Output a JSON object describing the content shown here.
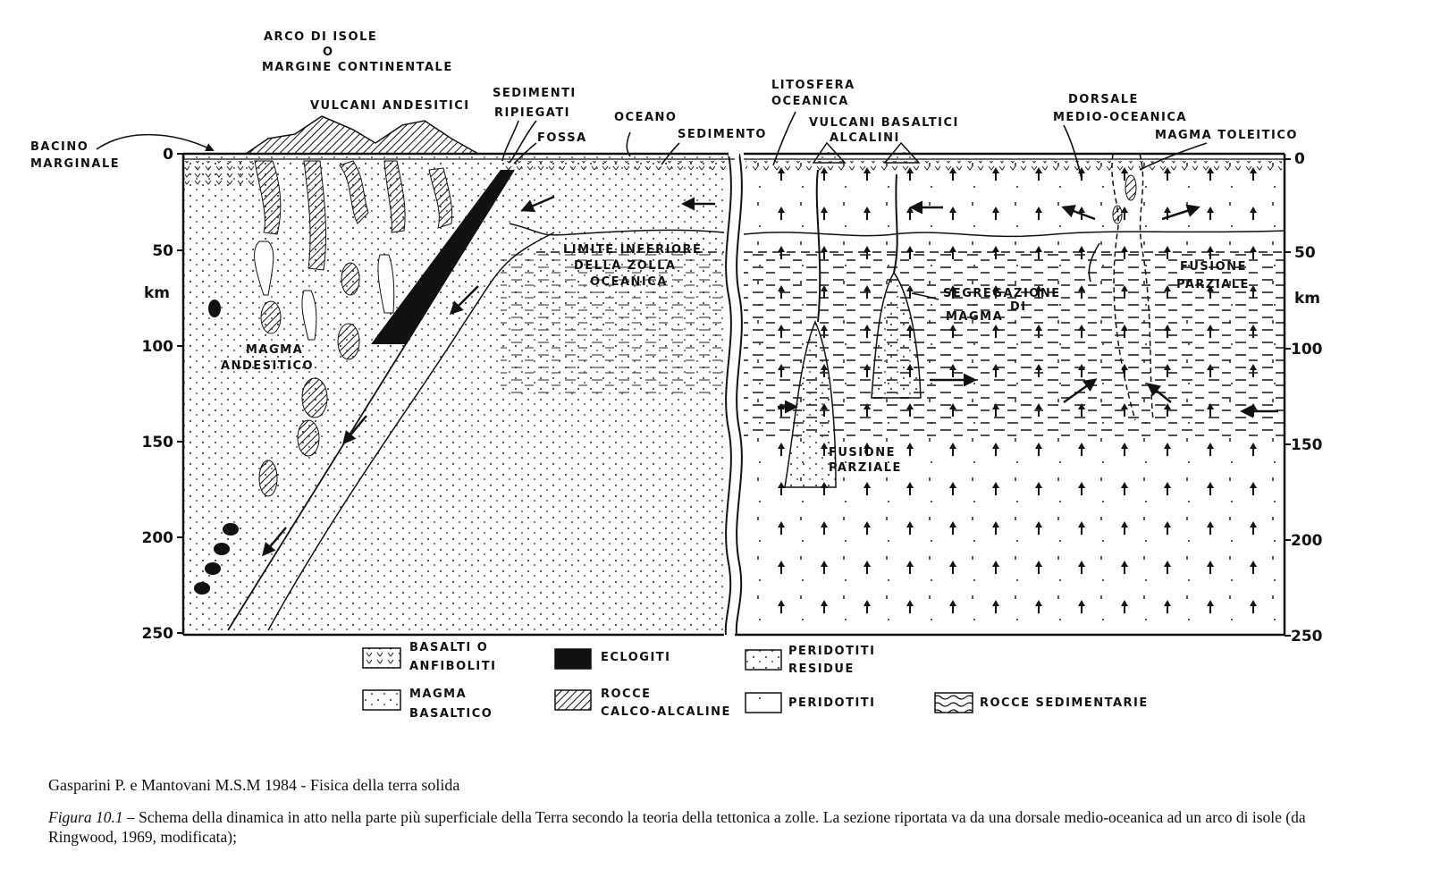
{
  "labels": {
    "arco": [
      "ARCO DI ISOLE",
      "O",
      "MARGINE CONTINENTALE"
    ],
    "vulcani_andesitici": "VULCANI ANDESITICI",
    "sedimenti": [
      "SEDIMENTI",
      "RIPIEGATI"
    ],
    "oceano": "OCEANO",
    "fossa": "FOSSA",
    "sedimento": "SEDIMENTO",
    "litosfera": [
      "LITOSFERA",
      "OCEANICA"
    ],
    "vulcani_basaltici": [
      "VULCANI BASALTICI",
      "ALCALINI"
    ],
    "dorsale": [
      "DORSALE",
      "MEDIO-OCEANICA"
    ],
    "magma_toleitico": "MAGMA TOLEITICO",
    "bacino": [
      "BACINO",
      "MARGINALE"
    ],
    "limite": [
      "LIMITE INFERIORE",
      "DELLA ZOLLA",
      "OCEANICA"
    ],
    "magma_andesitico": [
      "MAGMA",
      "ANDESITICO"
    ],
    "segregazione": [
      "SEGREGAZIONE",
      "DI",
      "MAGMA"
    ],
    "fusione_left": [
      "FUSIONE",
      "PARZIALE"
    ],
    "fusione_right": [
      "FUSIONE",
      "PARZIALE"
    ]
  },
  "axis": {
    "left_ticks": [
      "0",
      "50",
      "100",
      "150",
      "200",
      "250"
    ],
    "right_ticks": [
      "0",
      "50",
      "100",
      "150",
      "200",
      "250"
    ],
    "unit_left": "km",
    "unit_right": "km"
  },
  "legend": [
    {
      "id": "basalti",
      "lines": [
        "BASALTI O",
        "ANFIBOLITI"
      ]
    },
    {
      "id": "eclogiti",
      "lines": [
        "ECLOGITI"
      ]
    },
    {
      "id": "peridotiti_residue",
      "lines": [
        "PERIDOTITI",
        "RESIDUE"
      ]
    },
    {
      "id": "magma_basaltico",
      "lines": [
        "MAGMA",
        "BASALTICO"
      ]
    },
    {
      "id": "rocce_calco",
      "lines": [
        "ROCCE",
        "CALCO-ALCALINE"
      ]
    },
    {
      "id": "peridotiti",
      "lines": [
        "PERIDOTITI"
      ]
    },
    {
      "id": "rocce_sed",
      "lines": [
        "ROCCE SEDIMENTARIE"
      ]
    }
  ],
  "caption": {
    "source": "Gasparini P. e Mantovani M.S.M  1984 - Fisica della terra solida",
    "fig_label": "Figura 10.1",
    "fig_text": " – Schema della dinamica in atto nella parte più superficiale della Terra secondo la teoria della tettonica a zolle. La sezione riportata va da una dorsale medio-oceanica ad un arco di isole (da Ringwood, 1969, modificata);"
  }
}
